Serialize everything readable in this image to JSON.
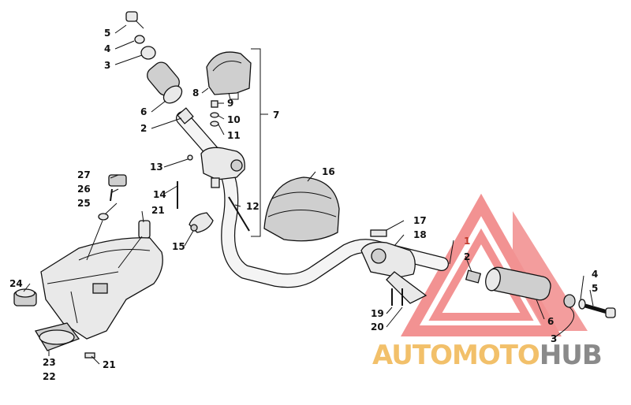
{
  "labels": {
    "l5a": "5",
    "l4a": "4",
    "l3a": "3",
    "l8": "8",
    "l9": "9",
    "l7": "7",
    "l6a": "6",
    "l10": "10",
    "l11": "11",
    "l2a": "2",
    "l13": "13",
    "l16": "16",
    "l27": "27",
    "l26": "26",
    "l14": "14",
    "l25": "25",
    "l21a": "21",
    "l12": "12",
    "l17": "17",
    "l18": "18",
    "l15": "15",
    "l1": "1",
    "l2b": "2",
    "l24": "24",
    "l4b": "4",
    "l5b": "5",
    "l19": "19",
    "l20": "20",
    "l6b": "6",
    "l3b": "3",
    "l23": "23",
    "l22": "22",
    "l21b": "21"
  },
  "watermark": {
    "part1": "AUTO",
    "part2": "MOTO",
    "part3": "HUB",
    "triangle_color": "#f08080",
    "text_color_1": "#f2c06a",
    "text_color_2": "#8a8a8a"
  }
}
